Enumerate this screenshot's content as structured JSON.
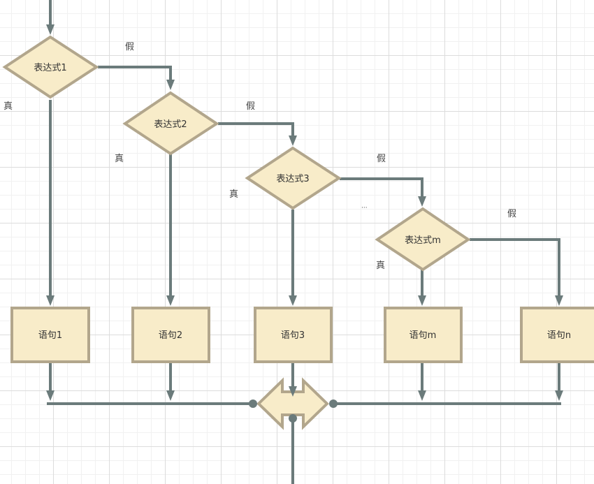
{
  "nodes": {
    "expr1": "表达式1",
    "expr2": "表达式2",
    "expr3": "表达式3",
    "exprm": "表达式m",
    "stmt1": "语句1",
    "stmt2": "语句2",
    "stmt3": "语句3",
    "stmtm": "语句m",
    "stmtn": "语句n"
  },
  "labels": {
    "true": "真",
    "false": "假",
    "ellipsis": "···"
  },
  "colors": {
    "shape_fill": "#f8ecc9",
    "shape_stroke": "#b2a68c",
    "connector": "#6b7b7b"
  }
}
